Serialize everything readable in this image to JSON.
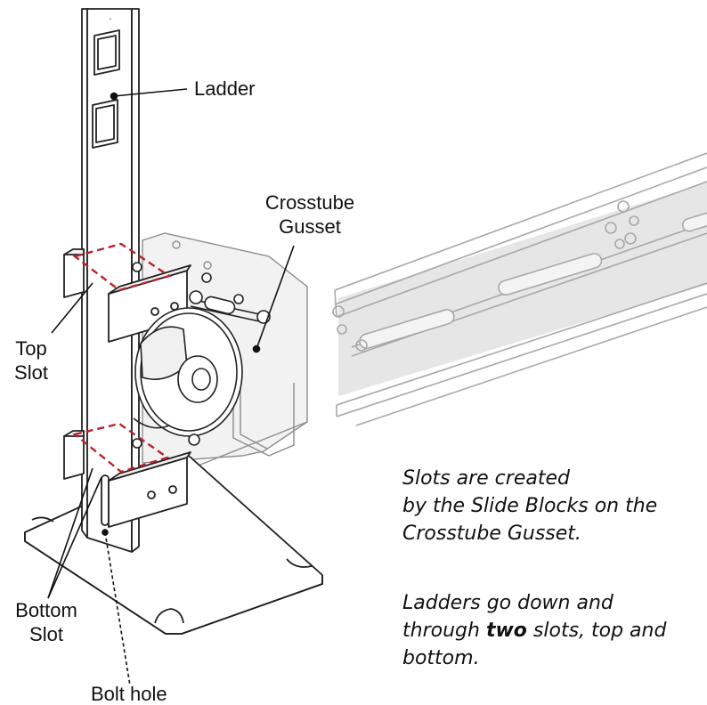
{
  "labels": {
    "ladder": "Ladder",
    "crosstube_gusset_line1": "Crosstube",
    "crosstube_gusset_line2": "Gusset",
    "top_slot_line1": "Top",
    "top_slot_line2": "Slot",
    "bottom_slot_line1": "Bottom",
    "bottom_slot_line2": "Slot",
    "bolt_hole": "Bolt hole"
  },
  "notes": {
    "slots_line1": "Slots are created",
    "slots_line2": "by the Slide Blocks on the",
    "slots_line3": "Crosstube Gusset.",
    "ladders_line1": "Ladders go down and",
    "ladders_line2_before": "through",
    "ladders_line2_bold": "two",
    "ladders_line2_after": "slots, top and",
    "ladders_line3": "bottom."
  },
  "colors": {
    "line": "#555555",
    "leader": "#111111",
    "slot_outline": "#b8232f",
    "gusset_fill": "#e4e4e4",
    "crosstube_edge": "#a8a8a8",
    "block_fill": "#ffffff"
  }
}
